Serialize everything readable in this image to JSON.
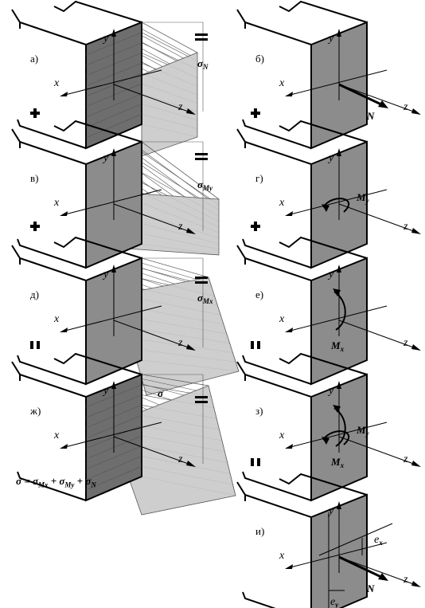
{
  "panels": [
    {
      "id": "a",
      "label": "а)",
      "col": 0,
      "row": 0,
      "stress": "N",
      "x": "x",
      "y": "y",
      "z": "z"
    },
    {
      "id": "b",
      "label": "б)",
      "col": 1,
      "row": 0,
      "force": "N",
      "x": "x",
      "y": "y",
      "z": "z"
    },
    {
      "id": "v",
      "label": "в)",
      "col": 0,
      "row": 1,
      "stress": "My",
      "x": "x",
      "y": "y",
      "z": "z"
    },
    {
      "id": "g",
      "label": "г)",
      "col": 1,
      "row": 1,
      "moment": "My",
      "x": "x",
      "y": "y",
      "z": "z"
    },
    {
      "id": "d",
      "label": "д)",
      "col": 0,
      "row": 2,
      "stress": "Mx",
      "x": "x",
      "y": "y",
      "z": "z"
    },
    {
      "id": "e",
      "label": "е)",
      "col": 1,
      "row": 2,
      "moment": "Mx",
      "x": "x",
      "y": "y",
      "z": "z"
    },
    {
      "id": "zh",
      "label": "ж)",
      "col": 0,
      "row": 3,
      "stress": "total",
      "x": "x",
      "y": "y",
      "z": "z"
    },
    {
      "id": "z3",
      "label": "з)",
      "col": 1,
      "row": 3,
      "moment": "both",
      "x": "x",
      "y": "y",
      "z": "z"
    },
    {
      "id": "i",
      "label": "и)",
      "col": 1,
      "row": 4,
      "force": "N",
      "x": "x",
      "y": "y",
      "z": "z"
    }
  ],
  "symbols": {
    "sigma": "σ",
    "sub_N": "N",
    "sub_My": "My",
    "sub_Mx": "Mx",
    "N": "N",
    "M": "M",
    "sub_y": "y",
    "sub_x": "x",
    "e": "e"
  },
  "formula": "σ =σMx + σMy + σN",
  "operators": {
    "plus": "+",
    "equals": "=",
    "parallel": "||"
  }
}
